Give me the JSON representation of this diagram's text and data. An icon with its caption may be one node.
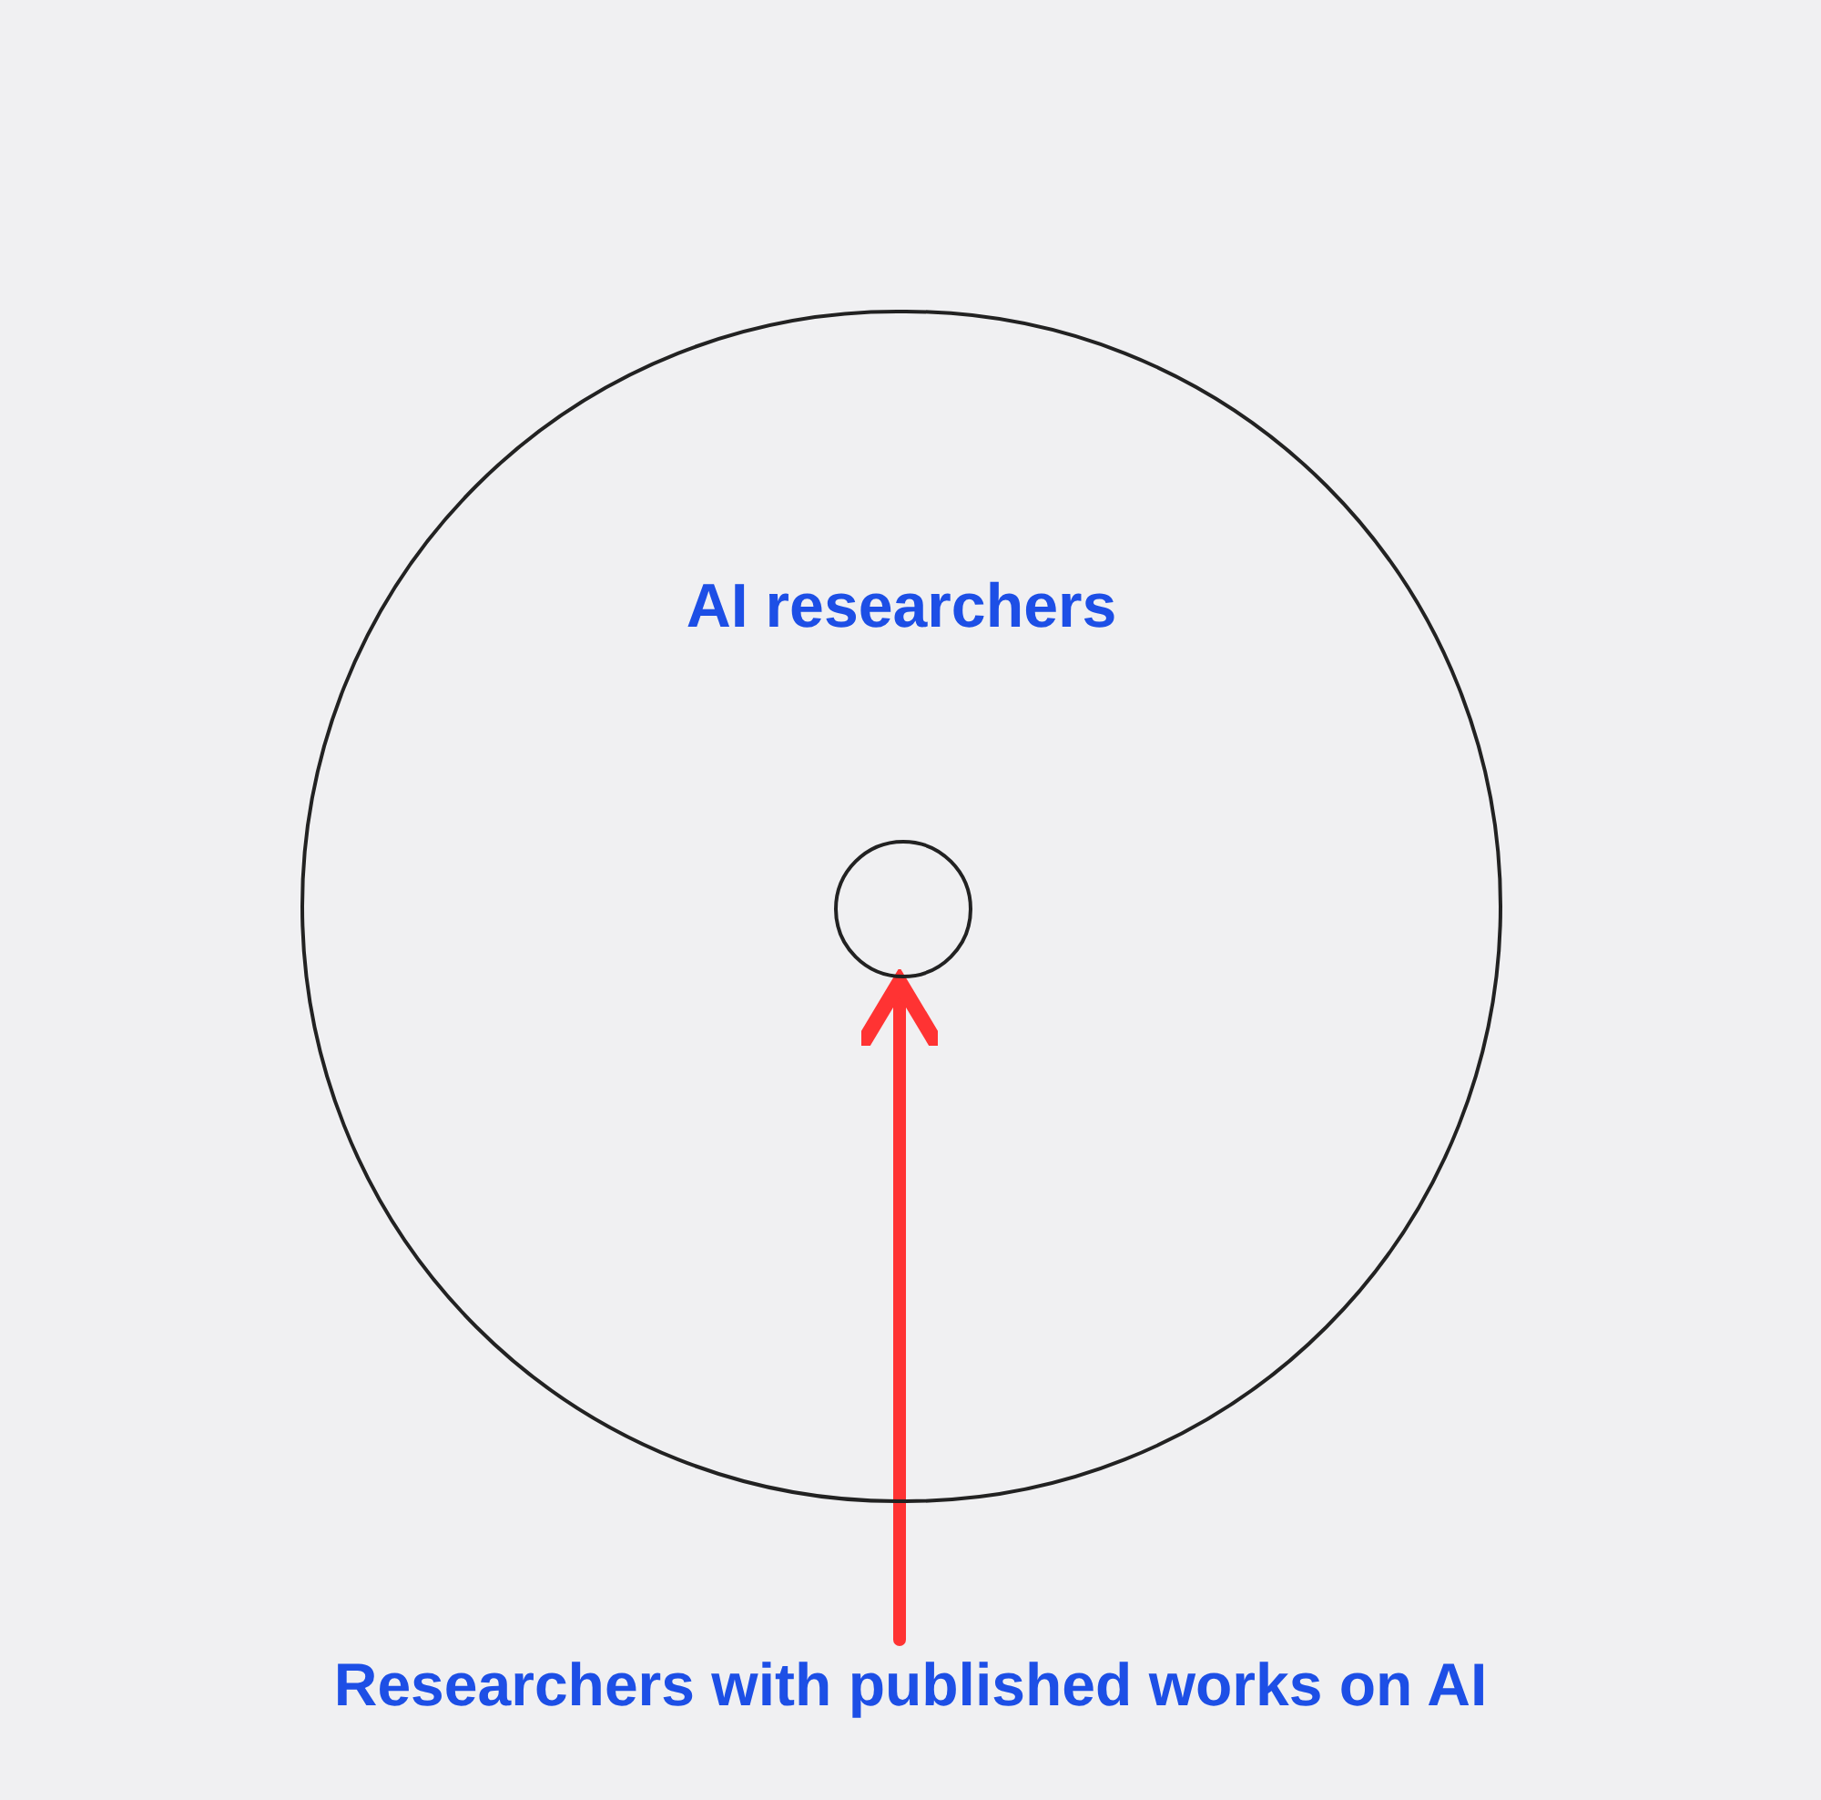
{
  "diagram": {
    "nodes": [
      {
        "text": [
          "AI researchers"
        ]
      },
      {
        "text": [],
        "shape": "circle",
        "in": 0
      },
      {
        "text": [
          "Researchers with published works on AI"
        ]
      }
    ],
    "edges": [
      {
        "from": 2,
        "to": 1,
        "arrow": "to",
        "color": "#ff3333"
      }
    ]
  }
}
